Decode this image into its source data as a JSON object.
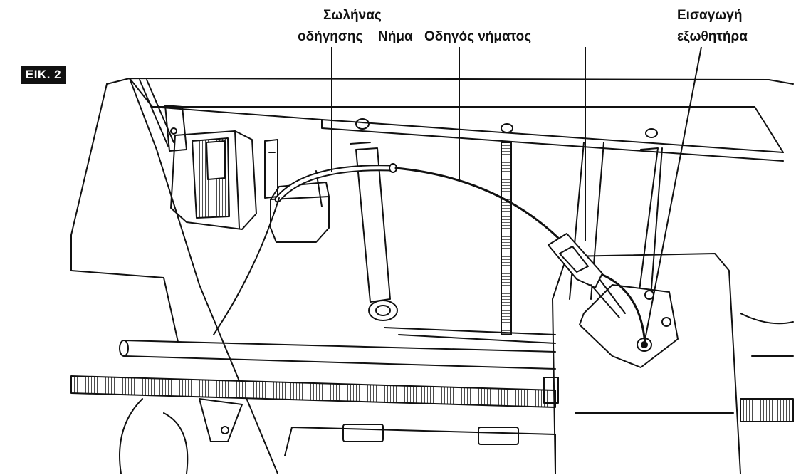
{
  "figure": {
    "badge": "ΕΙΚ. 2"
  },
  "labels": {
    "tube_line1": "Σωλήνας",
    "tube_line2": "οδήγησης",
    "filament": "Νήμα",
    "guide": "Οδηγός νήματος",
    "extruder_line1": "Εισαγωγή",
    "extruder_line2": "εξωθητήρα"
  }
}
